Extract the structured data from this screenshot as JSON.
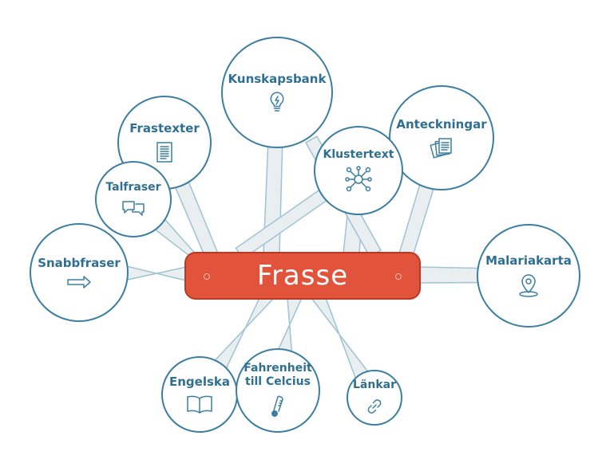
{
  "hub": {
    "title": "Frasse",
    "color": "#e2533b"
  },
  "accent": "#3b7ea1",
  "nodes": [
    {
      "id": "kunskapsbank",
      "label": "Kunskapsbank",
      "icon": "lightbulb-icon"
    },
    {
      "id": "anteckningar",
      "label": "Anteckningar",
      "icon": "notes-stack-icon"
    },
    {
      "id": "frastexter",
      "label": "Frastexter",
      "icon": "document-icon"
    },
    {
      "id": "klustertext",
      "label": "Klustertext",
      "icon": "cluster-icon"
    },
    {
      "id": "talfraser",
      "label": "Talfraser",
      "icon": "speech-bubbles-icon"
    },
    {
      "id": "snabbfraser",
      "label": "Snabbfraser",
      "icon": "arrow-right-icon"
    },
    {
      "id": "malariakarta",
      "label": "Malariakarta",
      "icon": "map-pin-icon"
    },
    {
      "id": "engelska",
      "label": "Engelska",
      "icon": "open-book-icon"
    },
    {
      "id": "fahrenheit",
      "label": "Fahrenheit\ntill Celcius",
      "icon": "thermometer-icon"
    },
    {
      "id": "lankar",
      "label": "Länkar",
      "icon": "link-icon"
    }
  ]
}
